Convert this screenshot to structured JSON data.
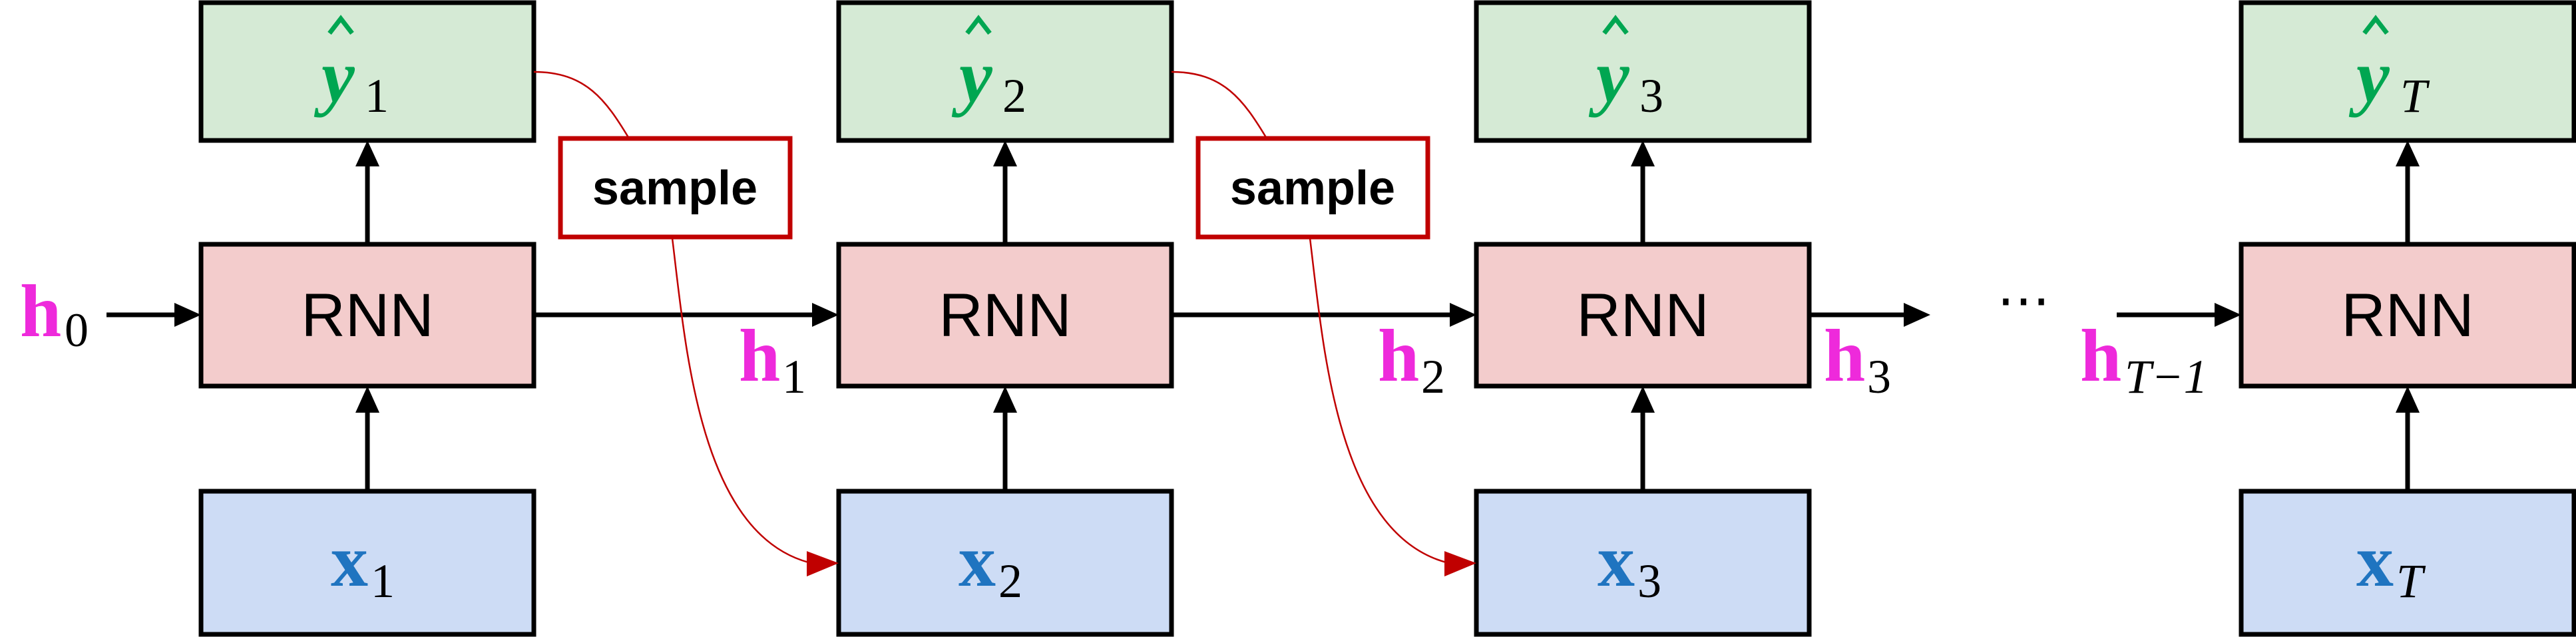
{
  "steps": [
    {
      "y_sub": "1",
      "rnn": "RNN",
      "x_sub": "1"
    },
    {
      "y_sub": "2",
      "rnn": "RNN",
      "x_sub": "2"
    },
    {
      "y_sub": "3",
      "rnn": "RNN",
      "x_sub": "3"
    },
    {
      "y_sub": "T",
      "rnn": "RNN",
      "x_sub": "T"
    }
  ],
  "hidden": [
    {
      "sub": "0"
    },
    {
      "sub": "1"
    },
    {
      "sub": "2"
    },
    {
      "sub": "3"
    },
    {
      "sub": "T−1"
    }
  ],
  "symbols": {
    "y": "y",
    "x": "x",
    "h": "h"
  },
  "sample_label": "sample",
  "ellipsis": "⋯",
  "colors": {
    "output": "#00a651",
    "input": "#1f74c0",
    "hidden": "#ee2adb",
    "sample": "#c00000",
    "output_box": "#d5ead5",
    "rnn_box": "#f3cccc",
    "input_box": "#cddcf5"
  }
}
